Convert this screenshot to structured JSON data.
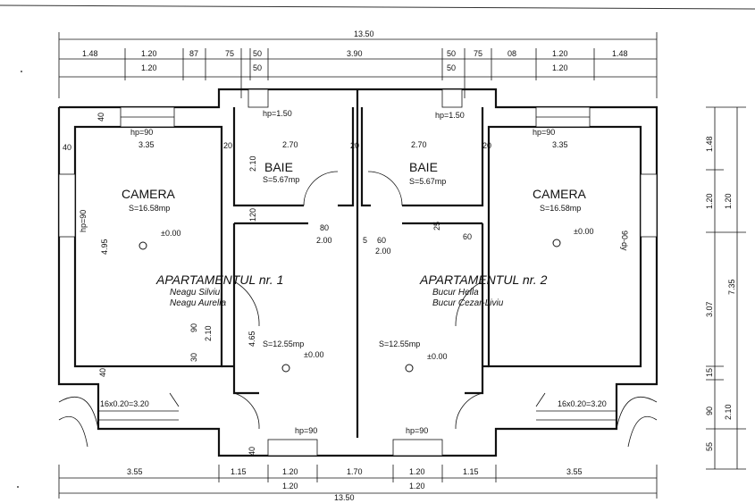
{
  "dimensions": {
    "top_total": "13.50",
    "top_row1": [
      "1.48",
      "1.20",
      "87",
      "75",
      "50",
      "3.90",
      "50",
      "75",
      "08",
      "1.20",
      "1.48"
    ],
    "top_row2_left": "1.20",
    "top_row2_mid_left": "50",
    "top_row2_mid_right": "50",
    "top_row2_right": "1.20",
    "bottom_row1": [
      "3.55",
      "1.15",
      "1.20",
      "1.70",
      "1.20",
      "1.15",
      "3.55"
    ],
    "bottom_row2_left": "1.20",
    "bottom_row2_right": "1.20",
    "bottom_total": "13.50",
    "right_vertical": [
      "1.48",
      "1.20",
      "1.20",
      "7.35",
      "3.07",
      "15",
      "90",
      "2.10",
      "55"
    ],
    "left_room": {
      "wall_top": "40",
      "width": "3.35",
      "wall_left": "40",
      "height": "4.95",
      "hp": "hp=90",
      "wall_bottom": "40",
      "h1": "90",
      "h2": "2.10",
      "h3": "30"
    },
    "right_room": {
      "width": "3.35",
      "height": "90-dy",
      "hp": "hp=90"
    },
    "bath_left": {
      "width": "2.70",
      "wall": "20",
      "height": "2.10",
      "door": "80",
      "w2": "2.00",
      "small": "120"
    },
    "bath_right": {
      "width": "2.70",
      "wall": "20",
      "door": "60",
      "w2": "2.00",
      "small": "25",
      "extra": "60",
      "mid": "5"
    },
    "hall_left_hp": "hp=1.50",
    "hall_right_hp": "hp=1.50",
    "door_left": "4.65",
    "bottom_hp_left": "hp=90",
    "bottom_hp_right": "hp=90",
    "stairs_left": "16x0.20=3.20",
    "stairs_right": "16x0.20=3.20",
    "bottom_wall": "40"
  },
  "rooms": {
    "camera_left": {
      "name": "CAMERA",
      "area": "S=16.58mp",
      "level": "±0.00"
    },
    "baie_left": {
      "name": "BAIE",
      "area": "S=5.67mp"
    },
    "baie_right": {
      "name": "BAIE",
      "area": "S=5.67mp"
    },
    "camera_right": {
      "name": "CAMERA",
      "area": "S=16.58mp",
      "level": "±0.00"
    },
    "hall_left": {
      "area": "S=12.55mp",
      "level": "±0.00"
    },
    "hall_right": {
      "area": "S=12.55mp",
      "level": "±0.00"
    }
  },
  "apartments": [
    {
      "title": "APARTAMENTUL nr. 1",
      "owners_line1": "Neagu   Silviu",
      "owners_line2": "Neagu   Aurelia"
    },
    {
      "title": "APARTAMENTUL nr. 2",
      "owners_line1": "Bucur   Hella",
      "owners_line2": "Bucur   Cezar-Liviu"
    }
  ]
}
